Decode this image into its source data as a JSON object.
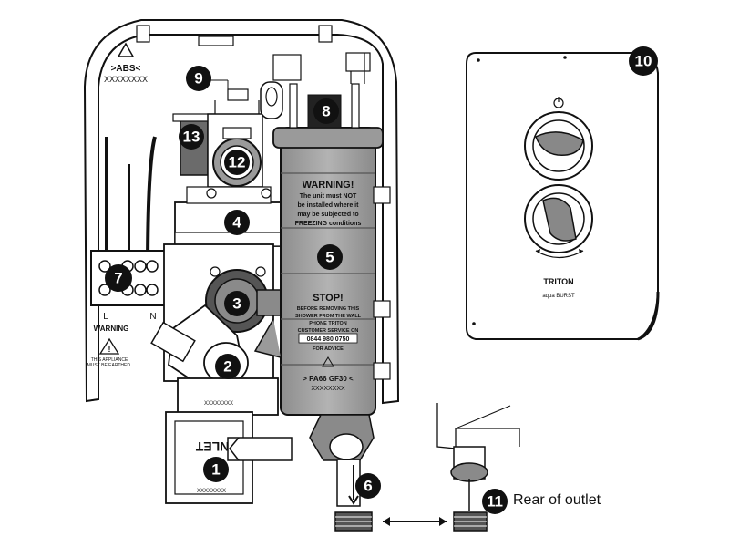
{
  "callouts": [
    "1",
    "2",
    "3",
    "4",
    "5",
    "6",
    "7",
    "8",
    "9",
    "10",
    "11",
    "12",
    "13"
  ],
  "labels": {
    "abs": ">ABS<",
    "abs_code": "XXXXXXXX",
    "warning_title": "WARNING!",
    "warning_l1": "The unit must NOT",
    "warning_l2": "be installed where it",
    "warning_l3": "may be subjected to",
    "warning_l4": "FREEZING conditions",
    "stop_title": "STOP!",
    "stop_l1": "BEFORE REMOVING THIS",
    "stop_l2": "SHOWER FROM THE WALL",
    "stop_l3": "PHONE TRITON",
    "stop_l4": "CUSTOMER SERVICE ON",
    "stop_phone": "0844 980 0750",
    "stop_l5": "FOR ADVICE",
    "pa66": "> PA66 GF30 <",
    "pa66_code": "XXXXXXXX",
    "terminal_l": "L",
    "terminal_n": "N",
    "terminal_warning": "WARNING",
    "earth_l1": "THIS APPLIANCE",
    "earth_l2": "MUST BE EARTHED.",
    "inlet": "INLET",
    "inlet_code": "XXXXXXXX",
    "valve_code": "XXXXXXXX",
    "brand": "TRITON",
    "model": "aqua BURST"
  },
  "caption": "Rear of outlet"
}
